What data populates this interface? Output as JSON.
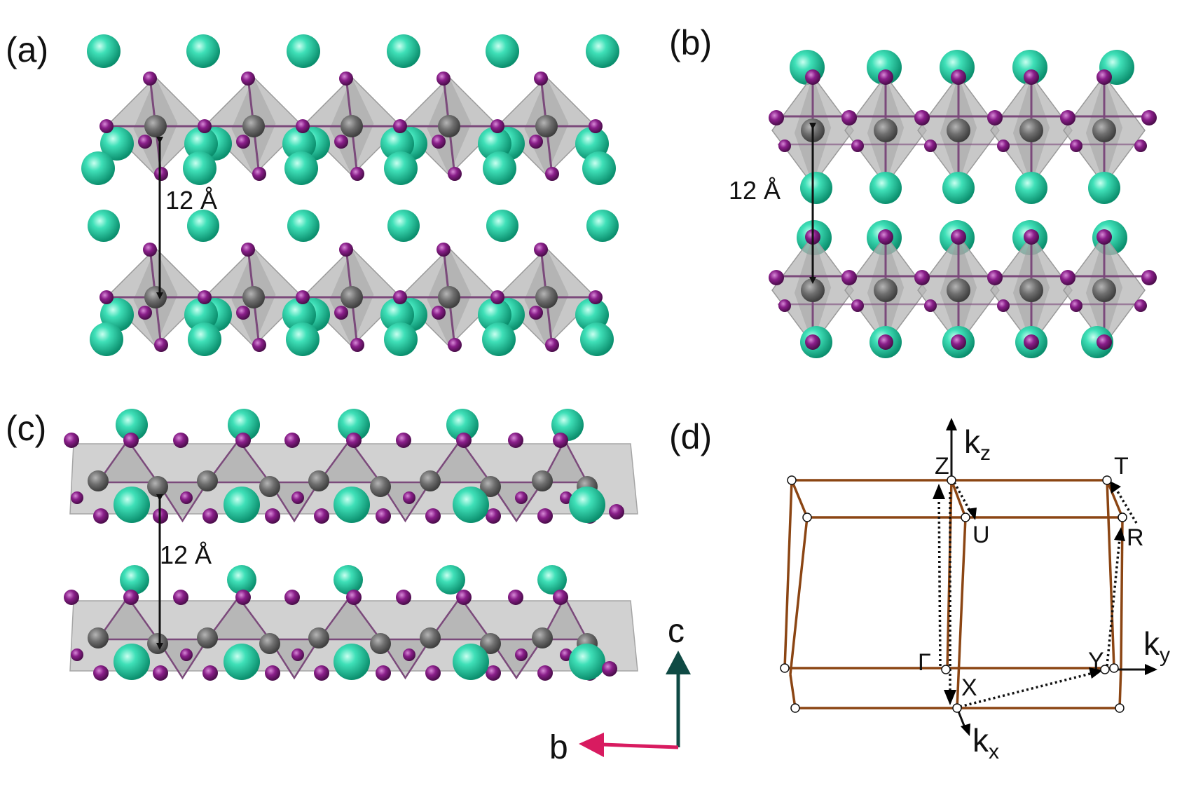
{
  "panels": {
    "a": {
      "label": "(a)",
      "spacing": "12 Å"
    },
    "b": {
      "label": "(b)",
      "spacing": "12 Å"
    },
    "c": {
      "label": "(c)",
      "spacing": "12 Å"
    },
    "d": {
      "label": "(d)"
    }
  },
  "axes": {
    "c": "c",
    "b": "b"
  },
  "brillouin_zone": {
    "points": {
      "Z": "Z",
      "T": "T",
      "U": "U",
      "R": "R",
      "Gamma": "Γ",
      "Y": "Y",
      "X": "X"
    },
    "k_axes": {
      "kz": {
        "base": "k",
        "sub": "z"
      },
      "ky": {
        "base": "k",
        "sub": "y"
      },
      "kx": {
        "base": "k",
        "sub": "x"
      }
    }
  },
  "colors": {
    "cation": "#21c7a0",
    "anion": "#7a1a7a",
    "metal": "#6a6a6a",
    "octahedron": "#b8b8b8",
    "bz_edge": "#8b4513",
    "axis_c": "#0f4a44",
    "axis_b": "#d81b60"
  }
}
